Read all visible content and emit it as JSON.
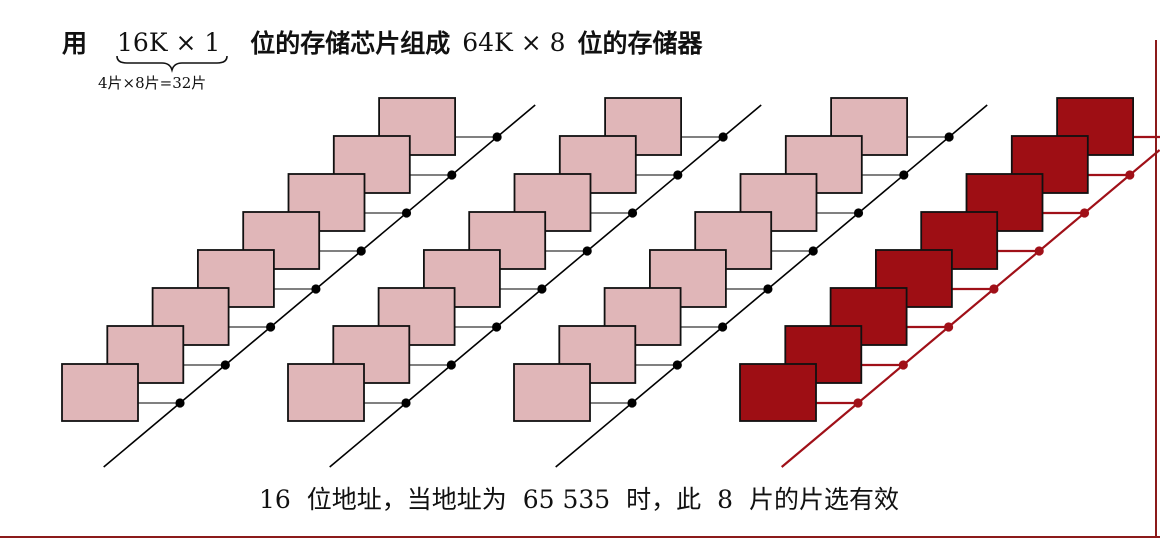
{
  "header": {
    "prefix": "用",
    "chip_spec": "16K × 1",
    "middle": "位的存储芯片组成",
    "memory_spec": "64K × 8",
    "suffix": "位的存储器",
    "brace_note": "4片×8片=32片"
  },
  "footer": {
    "bits": "16",
    "text_a": "位地址，当地址为",
    "address": "65 535",
    "text_b": "时，此",
    "count": "8",
    "text_c": "片的片选有效"
  },
  "diagram": {
    "groups": 4,
    "chips_per_group": 8,
    "highlighted_group": 4,
    "colors": {
      "chip_fill": "#e0b6b8",
      "chip_fill_highlight": "#9e0e14",
      "line": "#000000",
      "line_highlight": "#a01018",
      "frame": "#8b1a1a"
    }
  }
}
